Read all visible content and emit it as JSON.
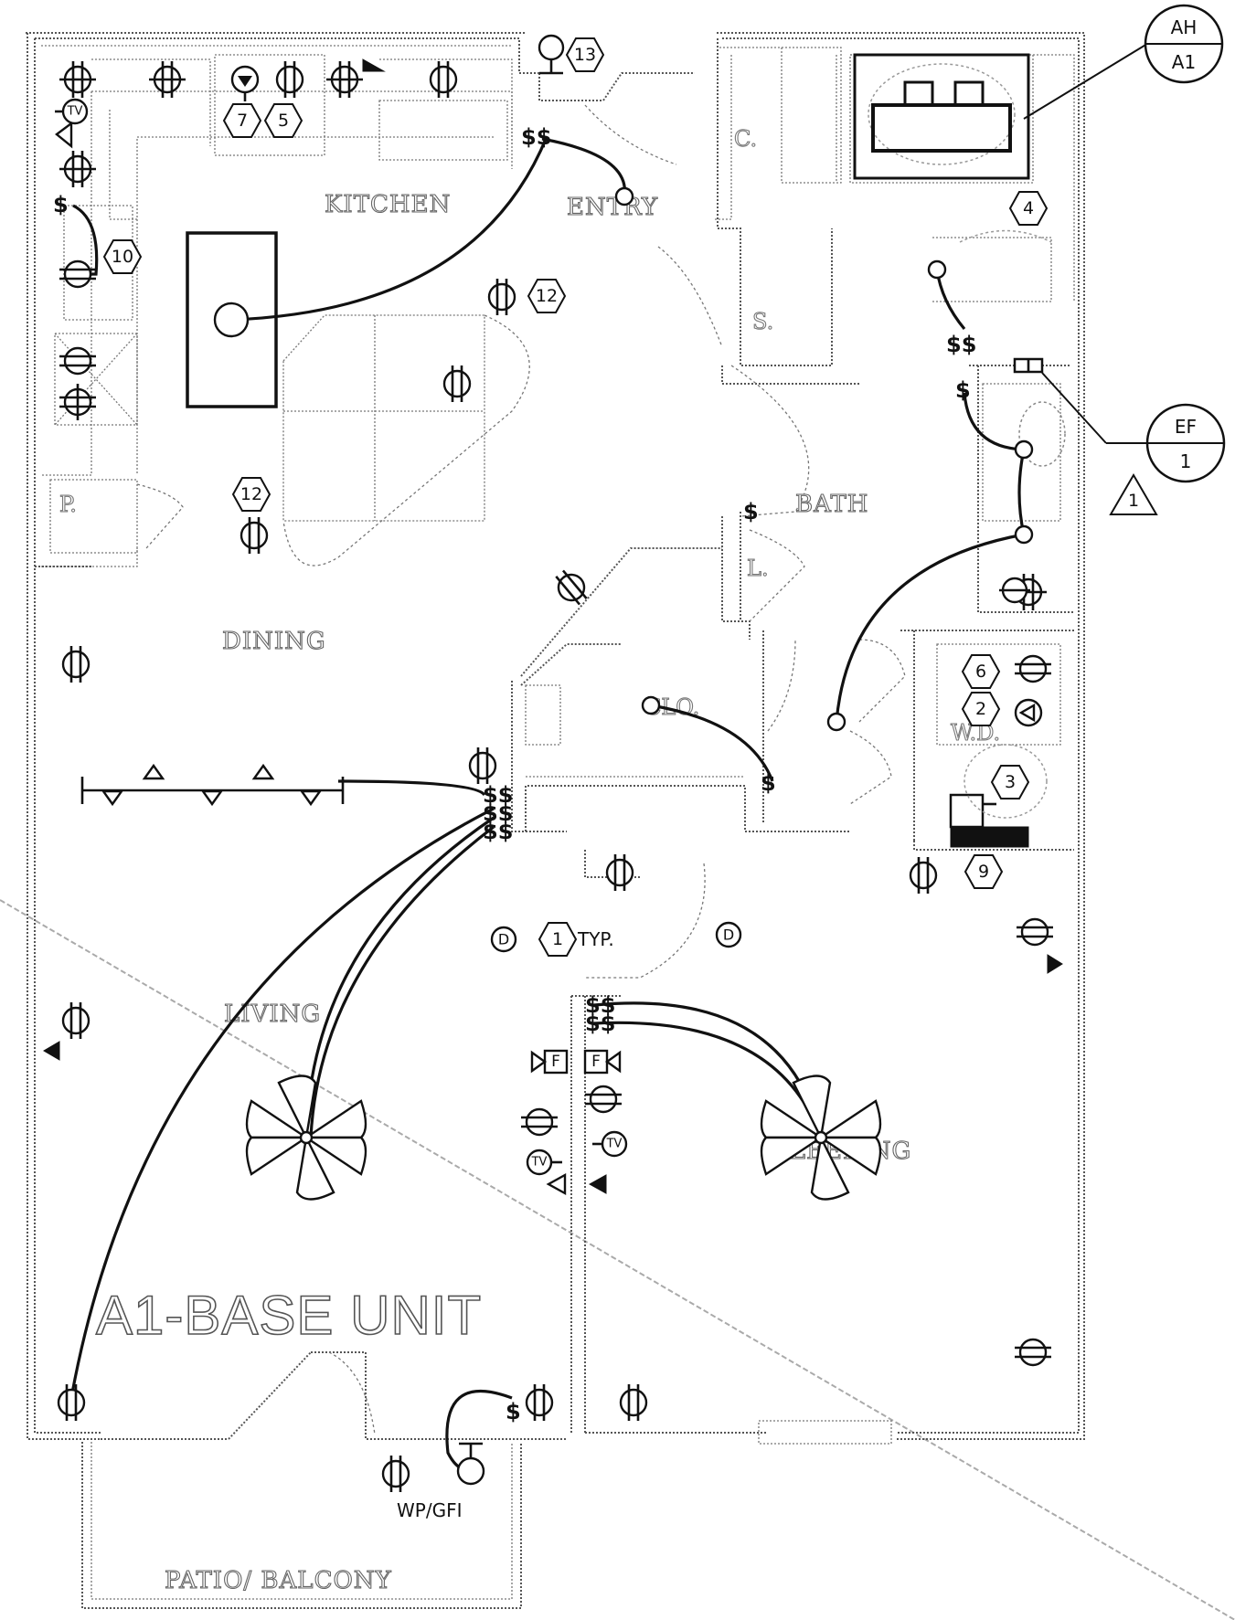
{
  "rooms": {
    "kitchen": "KITCHEN",
    "entry": "ENTRY",
    "closet_c": "C.",
    "closet_s": "S.",
    "bath": "BATH",
    "linen": "L.",
    "pantry": "P.",
    "dining": "DINING",
    "closet_clo": "CLO.",
    "wd": "W.D.",
    "living": "LIVING",
    "sleeping": "SLEEPING",
    "patio": "PATIO/ BALCONY"
  },
  "unit_title": "A1-BASE UNIT",
  "tags": {
    "t13": "13",
    "t7": "7",
    "t5": "5",
    "t10": "10",
    "t4": "4",
    "t12a": "12",
    "t12b": "12",
    "t6": "6",
    "t2": "2",
    "t3": "3",
    "t9": "9",
    "t1": "1",
    "rev1": "1"
  },
  "notes": {
    "typ": "TYP.",
    "wp_gfi": "WP/GFI"
  },
  "callouts": {
    "ah_top": "AH",
    "ah_bottom": "A1",
    "ef_top": "EF",
    "ef_bottom": "1"
  },
  "symbols": {
    "switch": "$",
    "double_switch": "$$",
    "tv": "TV",
    "smoke_detector": "D",
    "fire_alarm": "F"
  }
}
